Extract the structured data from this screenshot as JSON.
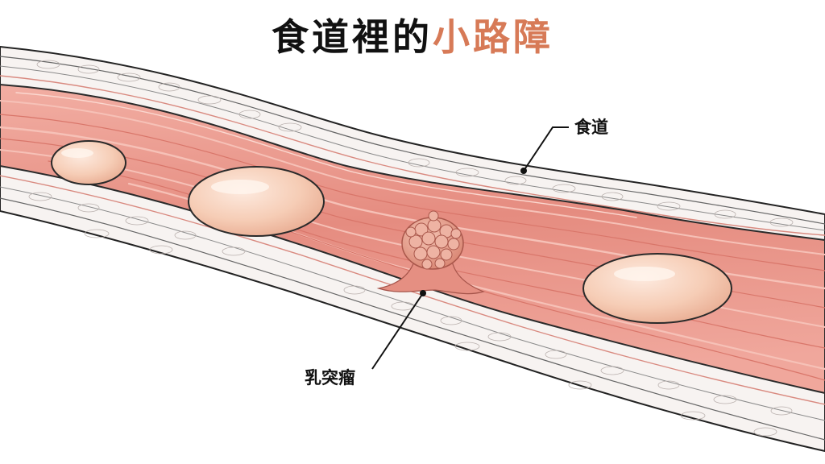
{
  "title": {
    "part1": "食道裡的",
    "part2": "小路障"
  },
  "labels": {
    "esophagus": "食道",
    "papilloma": "乳突瘤"
  },
  "colors": {
    "title_text": "#111111",
    "title_accent": "#d77a57",
    "lumen": "#e8958a",
    "wall_pink": "#f3c6bd",
    "outline": "#222222",
    "food_bolus": "#f7d2bd",
    "papilloma": "#e4a08f"
  }
}
